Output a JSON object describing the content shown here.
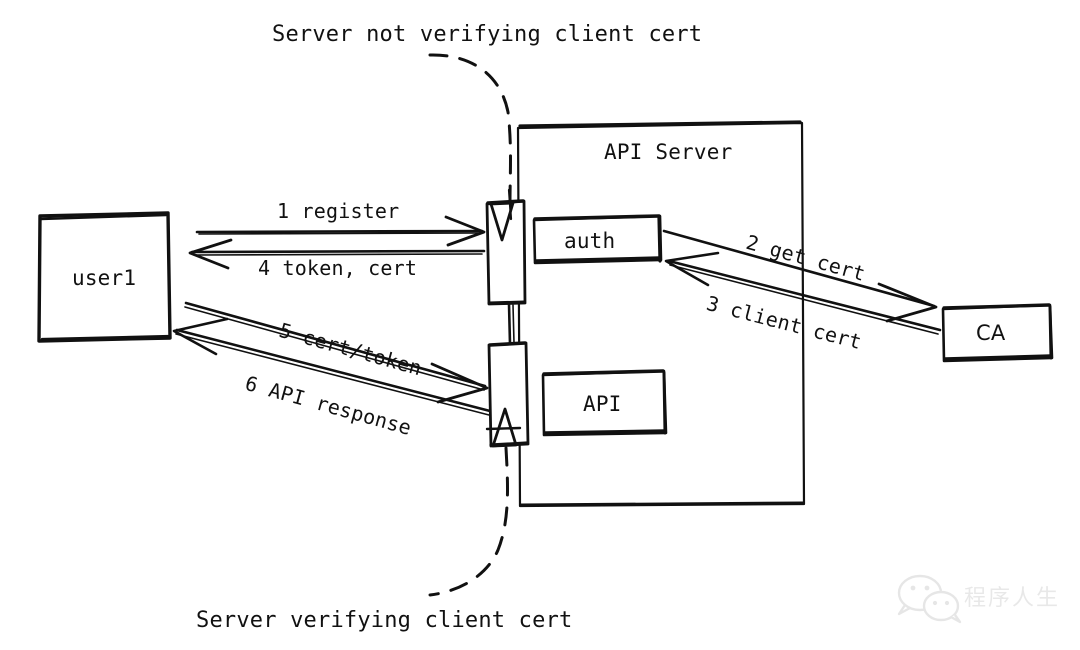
{
  "diagram": {
    "title_top": "Server not verifying client cert",
    "title_bottom": "Server verifying client cert",
    "nodes": [
      {
        "id": "user1",
        "label": "user1"
      },
      {
        "id": "api-server",
        "label": "API Server"
      },
      {
        "id": "auth",
        "label": "auth"
      },
      {
        "id": "api",
        "label": "API"
      },
      {
        "id": "ca",
        "label": "CA"
      }
    ],
    "messages": [
      {
        "num": "1",
        "label": "1 register",
        "from": "user1",
        "to": "api-server"
      },
      {
        "num": "2",
        "label": "2 get cert",
        "from": "auth",
        "to": "ca"
      },
      {
        "num": "3",
        "label": "3 client cert",
        "from": "ca",
        "to": "auth"
      },
      {
        "num": "4",
        "label": "4 token, cert",
        "from": "api-server",
        "to": "user1"
      },
      {
        "num": "5",
        "label": "5 cert/token",
        "from": "user1",
        "to": "api-server"
      },
      {
        "num": "6",
        "label": "6 API response",
        "from": "api-server",
        "to": "user1"
      }
    ],
    "watermark": {
      "text": "程序人生",
      "icon": "wechat-icon"
    },
    "colors": {
      "stroke": "#111111",
      "background": "#ffffff",
      "watermark": "#b0b0b0"
    }
  }
}
